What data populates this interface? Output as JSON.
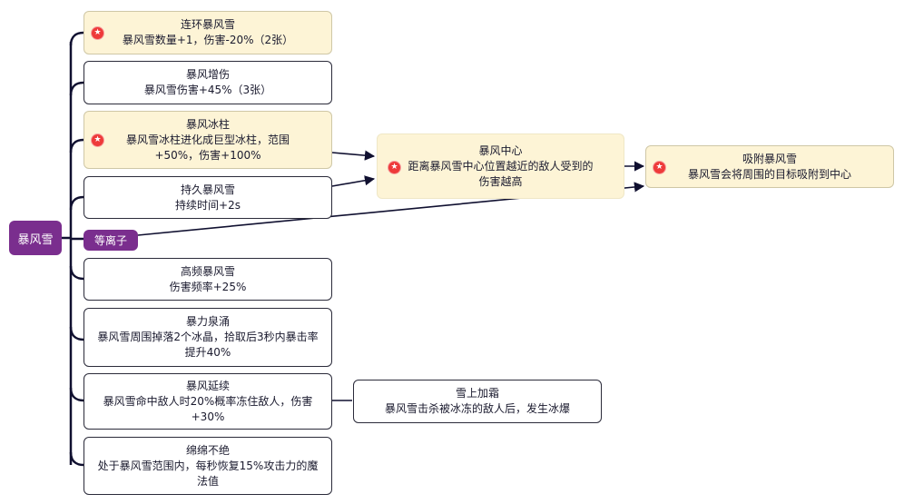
{
  "root": {
    "label": "暴风雪"
  },
  "branch_tag": {
    "label": "等离子"
  },
  "skills": [
    {
      "title": "连环暴风雪",
      "desc": "暴风雪数量+1，伤害-20%（2张）",
      "highlighted": true
    },
    {
      "title": "暴风增伤",
      "desc": "暴风雪伤害+45%（3张）",
      "highlighted": false
    },
    {
      "title": "暴风冰柱",
      "desc": "暴风雪冰柱进化成巨型冰柱，范围\n+50%，伤害+100%",
      "highlighted": true
    },
    {
      "title": "持久暴风雪",
      "desc": "持续时间+2s",
      "highlighted": false
    },
    {
      "title": "高频暴风雪",
      "desc": "伤害频率+25%",
      "highlighted": false
    },
    {
      "title": "暴力泉涌",
      "desc": "暴风雪周围掉落2个冰晶，拾取后3秒内暴击率\n提升40%",
      "highlighted": false
    },
    {
      "title": "暴风延续",
      "desc": "暴风雪命中敌人时20%概率冻住敌人，伤害\n+30%",
      "highlighted": false
    },
    {
      "title": "绵绵不绝",
      "desc": "处于暴风雪范围内，每秒恢复15%攻击力的魔\n法值",
      "highlighted": false
    }
  ],
  "combos": {
    "storm_center": {
      "title": "暴风中心",
      "desc": "距离暴风雪中心位置越近的敌人受到的\n伤害越高",
      "highlighted": true
    },
    "pull_storm": {
      "title": "吸附暴风雪",
      "desc": "暴风雪会将周围的目标吸附到中心",
      "highlighted": true
    },
    "frost_plus": {
      "title": "雪上加霜",
      "desc": "暴风雪击杀被冰冻的敌人后，发生冰爆",
      "highlighted": false
    }
  },
  "icons": {
    "highlight_marker": "star-badge-icon"
  },
  "colors": {
    "root_fill": "#7a2e8e",
    "highlight_fill": "#fdf4d6",
    "line": "#101030",
    "star": "#ee3a3a"
  }
}
